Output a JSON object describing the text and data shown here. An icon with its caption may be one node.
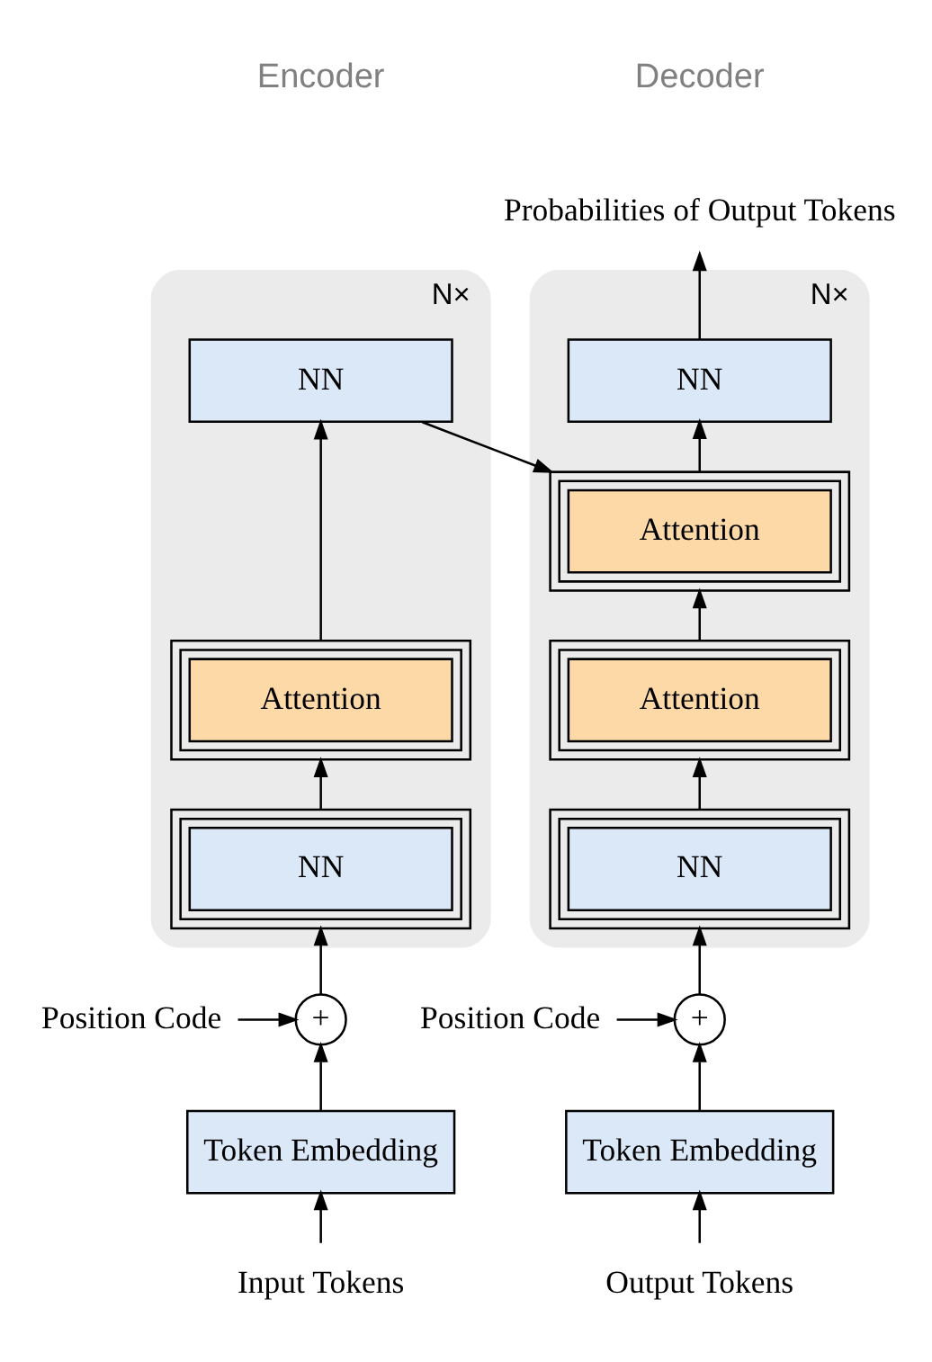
{
  "diagram": {
    "nodes": [
      {
        "text": [
          "N×"
        ]
      },
      {
        "text": [
          "NN"
        ],
        "in": 0
      },
      {
        "text": [
          "Attention"
        ],
        "in": 0
      },
      {
        "text": [
          "NN"
        ],
        "in": 0
      },
      {
        "text": [
          "+"
        ]
      },
      {
        "text": [
          "Position Code"
        ]
      },
      {
        "text": [
          "Token Embedding"
        ]
      },
      {
        "text": [
          "Input Tokens"
        ]
      },
      {
        "text": [
          "N×"
        ]
      },
      {
        "text": [
          "NN"
        ],
        "in": 8
      },
      {
        "text": [
          "Attention"
        ],
        "in": 8
      },
      {
        "text": [
          "Attention"
        ],
        "in": 8
      },
      {
        "text": [
          "NN"
        ],
        "in": 8
      },
      {
        "text": [
          "+"
        ]
      },
      {
        "text": [
          "Position Code"
        ]
      },
      {
        "text": [
          "Token Embedding"
        ]
      },
      {
        "text": [
          "Output Tokens"
        ]
      },
      {
        "text": [
          "Probabilities of Output Tokens"
        ]
      }
    ],
    "edges": [
      {
        "from": 7,
        "to": 6,
        "arrow": "to"
      },
      {
        "from": 6,
        "to": 4,
        "arrow": "to"
      },
      {
        "from": 5,
        "to": 4,
        "arrow": "to"
      },
      {
        "from": 4,
        "to": 3,
        "arrow": "to"
      },
      {
        "from": 3,
        "to": 2,
        "arrow": "to"
      },
      {
        "from": 2,
        "to": 1,
        "arrow": "to"
      },
      {
        "from": 1,
        "to": 10,
        "arrow": "to"
      },
      {
        "from": 16,
        "to": 15,
        "arrow": "to"
      },
      {
        "from": 15,
        "to": 13,
        "arrow": "to"
      },
      {
        "from": 14,
        "to": 13,
        "arrow": "to"
      },
      {
        "from": 13,
        "to": 12,
        "arrow": "to"
      },
      {
        "from": 12,
        "to": 11,
        "arrow": "to"
      },
      {
        "from": 11,
        "to": 10,
        "arrow": "to"
      },
      {
        "from": 10,
        "to": 9,
        "arrow": "to"
      },
      {
        "from": 9,
        "to": 17,
        "arrow": "to"
      }
    ],
    "labels": [
      "Encoder",
      "Decoder"
    ]
  }
}
